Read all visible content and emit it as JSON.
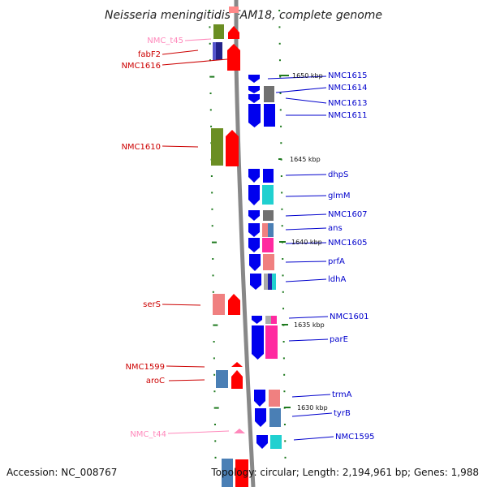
{
  "title": "Neisseria meningitidis FAM18, complete genome",
  "accession": "Accession: NC_008767",
  "summary": "Topology: circular; Length: 2,194,961 bp; Genes: 1,988",
  "scale_labels": [
    "1650 kbp",
    "1645 kbp",
    "1640 kbp",
    "1635 kbp",
    "1630 kbp"
  ],
  "left_genes": [
    "NMC_t45",
    "fabF2",
    "NMC1616",
    "NMC1610",
    "serS",
    "NMC1599",
    "aroC",
    "NMC_t44"
  ],
  "right_genes": [
    "NMC1615",
    "NMC1614",
    "NMC1613",
    "NMC1611",
    "dhpS",
    "glmM",
    "NMC1607",
    "ans",
    "NMC1605",
    "prfA",
    "ldhA",
    "NMC1601",
    "parE",
    "trmA",
    "tyrB",
    "NMC1595"
  ],
  "colors": {
    "forward_gene": "#ff0000",
    "reverse_gene": "#0000ee",
    "trna": "#ff88bb",
    "backbone": "#888888",
    "tick": "#1f7a1f",
    "cog_green": "#6b8e23",
    "cog_navy": "#22228a",
    "cog_salmon": "#f08080",
    "cog_steel": "#4a7fb5",
    "cog_gray": "#707070",
    "cog_cyan": "#20d0d0",
    "cog_magenta": "#ff2aa0"
  }
}
